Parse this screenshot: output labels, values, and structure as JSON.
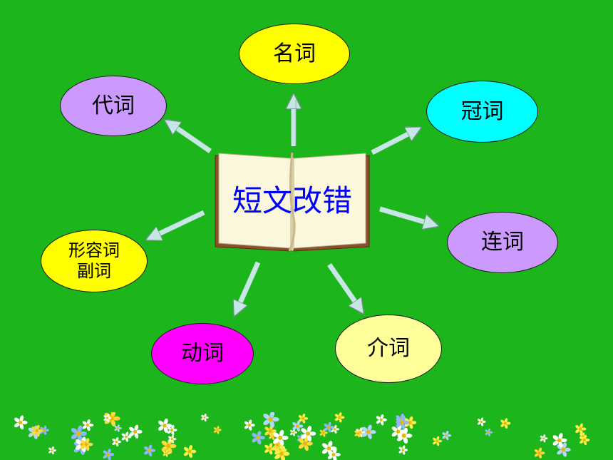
{
  "center": {
    "label": "短文改错"
  },
  "nodes": {
    "noun": "名词",
    "pronoun": "代词",
    "article": "冠词",
    "conjunction": "连词",
    "adjective": "形容词",
    "adverb": "副词",
    "verb": "动词",
    "preposition": "介词"
  },
  "colors": {
    "background": "#1cb51c",
    "noun": "#ffff00",
    "pronoun": "#cc99ff",
    "article": "#00ffff",
    "conjunction": "#cc99ff",
    "adjective": "#ffff00",
    "verb": "#ff00ff",
    "preposition": "#ffff99",
    "arrow": "#c8e6e6",
    "center_text": "#0000ff"
  }
}
